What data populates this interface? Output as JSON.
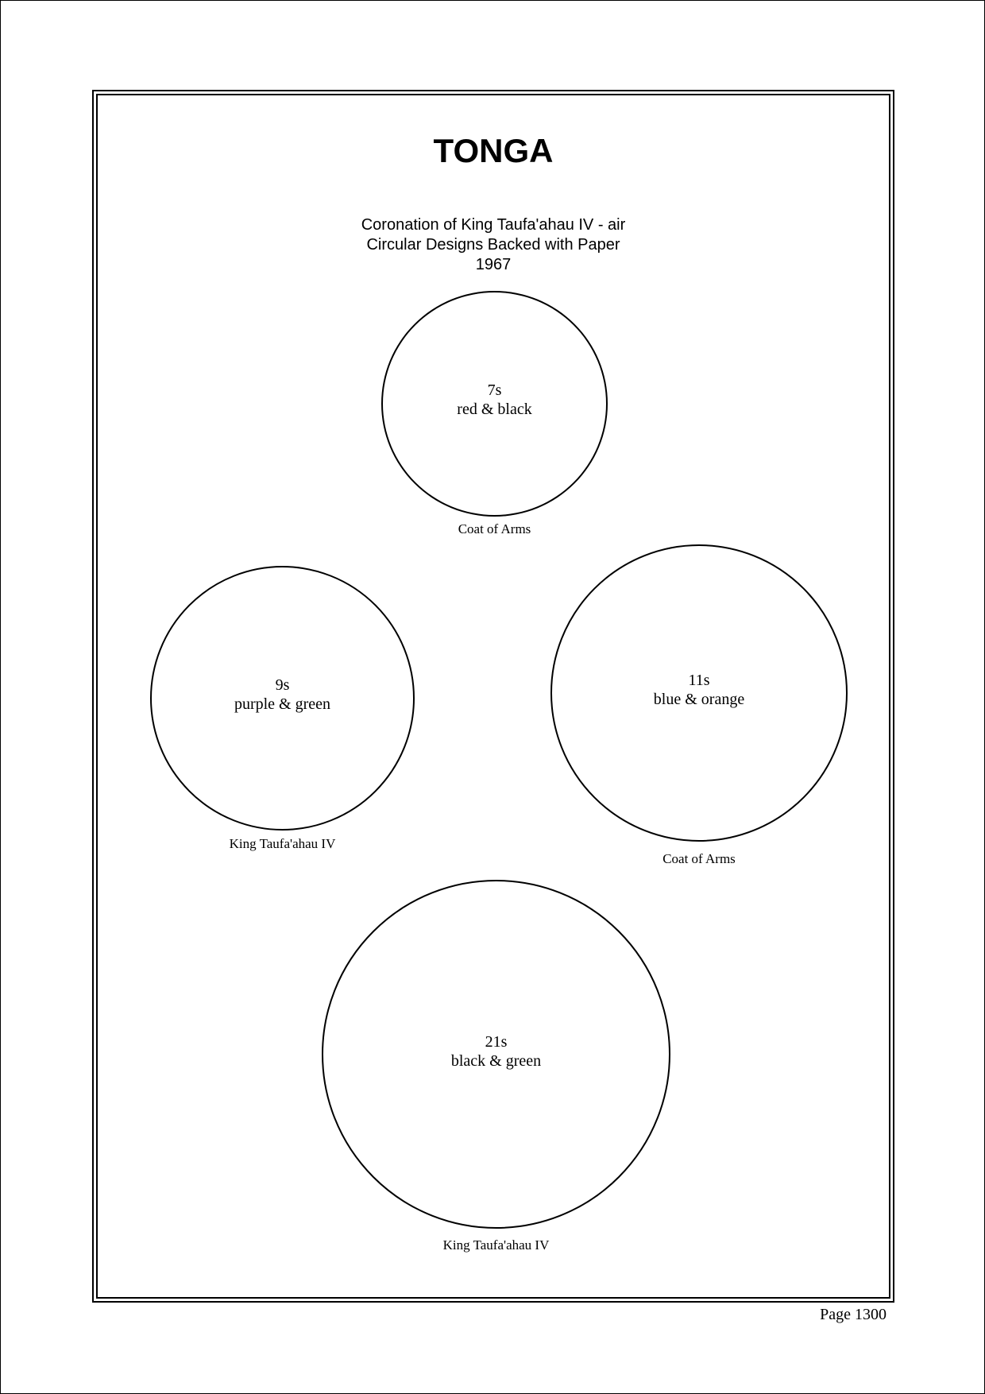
{
  "heading": {
    "title": "TONGA",
    "line1": "Coronation of King Taufa'ahau IV - air",
    "line2": "Circular Designs Backed with Paper",
    "line3": "1967"
  },
  "stamps": [
    {
      "value": "7s",
      "colours": "red & black",
      "caption": "Coat of Arms"
    },
    {
      "value": "9s",
      "colours": "purple & green",
      "caption": "King Taufa'ahau IV"
    },
    {
      "value": "11s",
      "colours": "blue & orange",
      "caption": "Coat of Arms"
    },
    {
      "value": "21s",
      "colours": "black & green",
      "caption": "King Taufa'ahau IV"
    }
  ],
  "footer": {
    "page": "Page 1300"
  }
}
